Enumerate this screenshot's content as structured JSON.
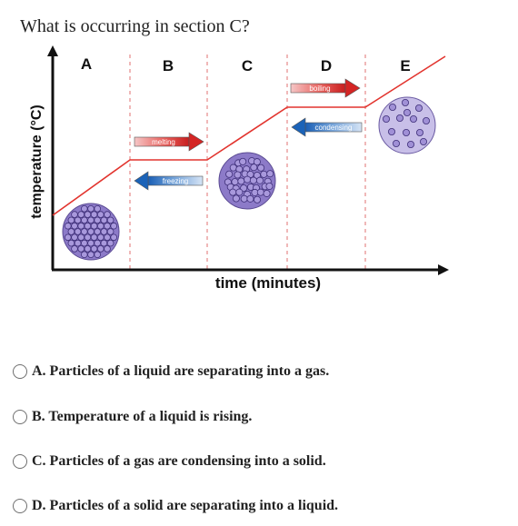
{
  "question": "What is occurring in section C?",
  "diagram": {
    "sections": [
      "A",
      "B",
      "C",
      "D",
      "E"
    ],
    "y_axis_label": "temperature (°C)",
    "x_axis_label": "time (minutes)",
    "arrows": {
      "melting": "melting",
      "freezing": "freezing",
      "boiling": "boiling",
      "condensing": "condensing"
    },
    "particle_states": {
      "section_a": "solid",
      "section_c": "liquid",
      "section_e": "gas"
    },
    "colors": {
      "curve": "#e2342e",
      "axis": "#111111",
      "divider": "#e26d6d",
      "particle_fill": "#8a78c4",
      "particle_stroke": "#4a3a82",
      "arrow_red": "#d42524",
      "arrow_blue": "#1b63b8"
    }
  },
  "options": [
    {
      "label": "A. Particles of a liquid are separating into a gas."
    },
    {
      "label": "B. Temperature of a liquid is rising."
    },
    {
      "label": "C. Particles of a gas are condensing into a solid."
    },
    {
      "label": "D. Particles of a solid are separating into a liquid."
    }
  ]
}
